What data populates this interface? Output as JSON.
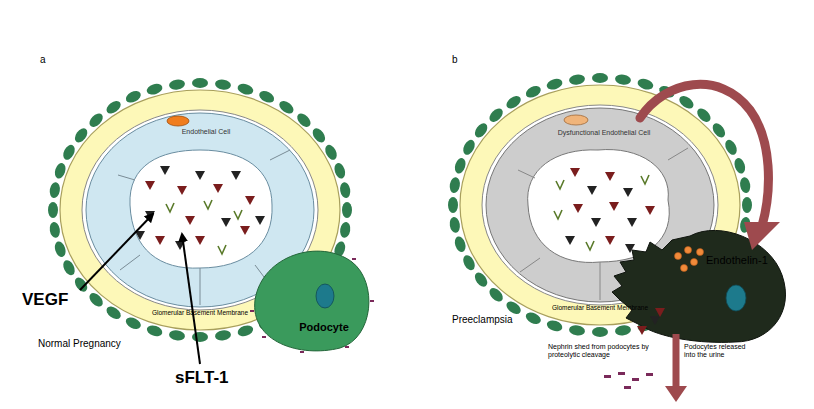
{
  "diagram": {
    "nodes": [
      {
        "text": [
          "Endothelial Cell"
        ]
      },
      {
        "text": [
          "Podocyte"
        ]
      },
      {
        "text": [
          "Dysfunctional Endothelial Cell"
        ]
      }
    ],
    "labels": [
      "a",
      "Glomerular Basement Membrane",
      "VEGF",
      "sFLT-1",
      "Normal Pregnancy",
      "b",
      "Endothelin-1",
      "Glomerular Basement Membrane",
      "Preeclampsia",
      "Nephrin shed from podocytes by proteolytic cleavage",
      "Podocytes released into the urine"
    ]
  }
}
